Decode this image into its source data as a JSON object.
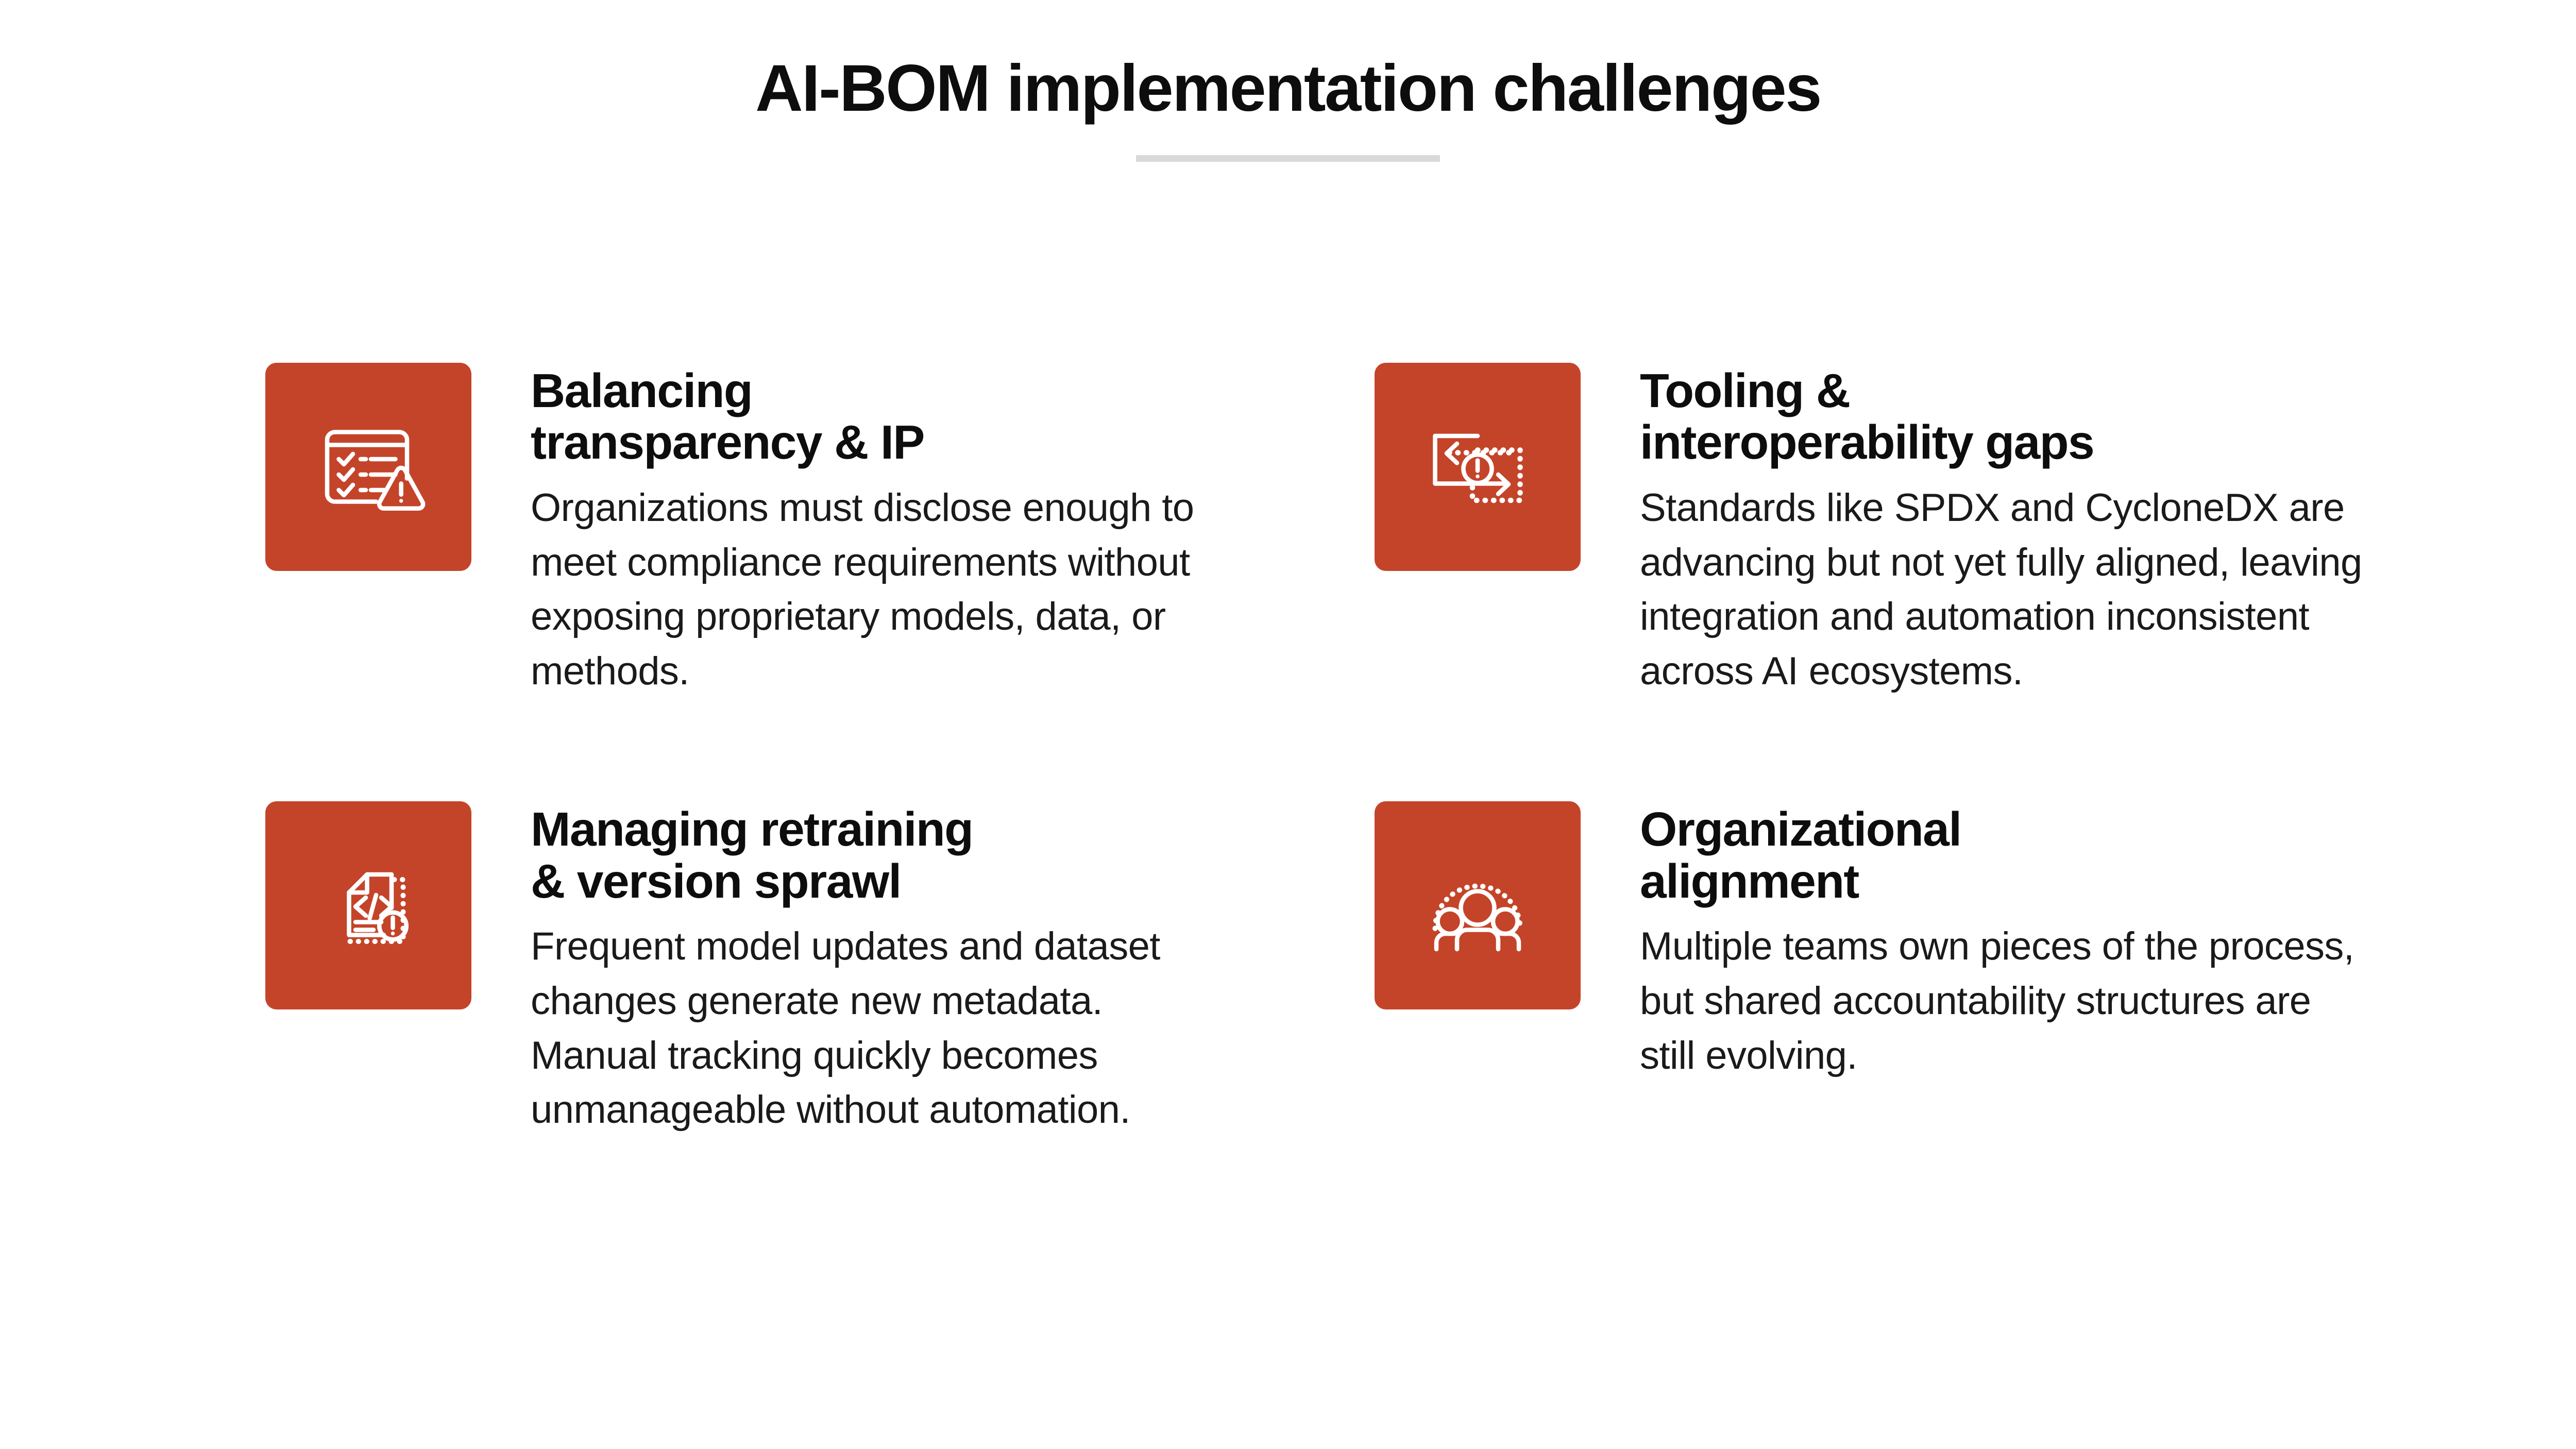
{
  "header": {
    "title": "AI-BOM implementation challenges",
    "divider_color": "#d9d9d9"
  },
  "theme": {
    "accent_color": "#c4442a",
    "background_color": "#ffffff",
    "text_color": "#0d0d0d",
    "icon_color": "#ffffff"
  },
  "cards": [
    {
      "icon_name": "checklist-warning-icon",
      "heading": "Balancing\ntransparency & IP",
      "body": "Organizations must disclose enough to meet compliance requirements without exposing proprietary models, data, or methods."
    },
    {
      "icon_name": "interoperability-exchange-warning-icon",
      "heading": "Tooling &\ninteroperability gaps",
      "body": "Standards like SPDX and CycloneDX are advancing but not yet fully aligned, leaving integration and automation inconsistent across AI ecosystems."
    },
    {
      "icon_name": "code-document-warning-icon",
      "heading": "Managing retraining\n& version sprawl",
      "body": "Frequent model updates and dataset changes generate new metadata. Manual tracking quickly becomes unmanageable without automation."
    },
    {
      "icon_name": "team-group-icon",
      "heading": "Organizational\nalignment",
      "body": "Multiple teams own pieces of the process, but shared accountability structures are still evolving."
    }
  ]
}
